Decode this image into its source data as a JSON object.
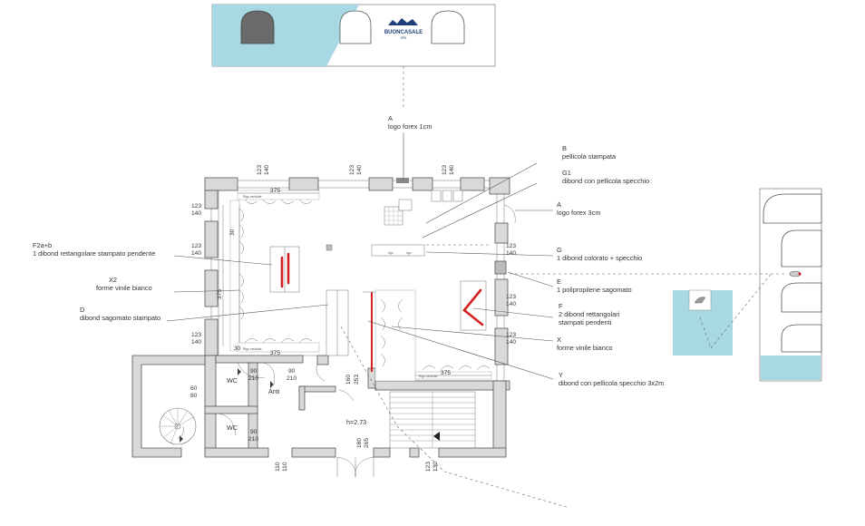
{
  "labels": {
    "A1_code": "A",
    "A1_desc": "logo forex 1cm",
    "B_code": "B",
    "B_desc": "pellicola stampata",
    "G1_code": "G1",
    "G1_desc": "dibond con pellicola specchio",
    "A2_code": "A",
    "A2_desc": "logo forex 3cm",
    "F2ab_code": "F2a+b",
    "F2ab_desc": "1 dibond rettangolare stampato pendente",
    "G_code": "G",
    "G_desc": "1 dibond colorato + specchio",
    "X2_code": "X2",
    "X2_desc": "forme vinile bianco",
    "E_code": "E",
    "E_desc": "1 polipropilene sagomato",
    "D_code": "D",
    "D_desc": "dibond sagomato stampato",
    "F_code": "F",
    "F_desc1": "2 dibond rettangolari",
    "F_desc2": "stampati pendenti",
    "X_code": "X",
    "X_desc": "forme vinile bianco",
    "Y_code": "Y",
    "Y_desc": "dibond con pellicola specchio 3x2m"
  },
  "dimensions": {
    "top": [
      {
        "w": "123",
        "h": "140"
      },
      {
        "w": "123",
        "h": "140"
      },
      {
        "w": "123",
        "h": "140"
      }
    ],
    "left": [
      {
        "w": "123",
        "h": "140"
      },
      {
        "w": "123",
        "h": "140"
      },
      {
        "w": "123",
        "h": "140"
      }
    ],
    "right": [
      {
        "w": "123",
        "h": "140"
      },
      {
        "w": "123",
        "h": "140"
      },
      {
        "w": "123",
        "h": "140"
      }
    ],
    "span_top_left": "375",
    "span_bottom_left": "375",
    "span_bottom_right": "375",
    "span_left_vert": "375",
    "small_30a": "30",
    "small_30b": "30",
    "wc1_door_w": "90",
    "wc1_door_h": "210",
    "anti_door_w": "90",
    "anti_door_h": "210",
    "wc2_door_w": "90",
    "wc2_door_h": "210",
    "door_160": "160",
    "door_253": "253",
    "stair_w": "60",
    "stair_h": "80",
    "bottom_left_w": "110",
    "bottom_left_h": "110",
    "main_door_w": "180",
    "main_door_h": "265",
    "bottom_right_w": "123",
    "bottom_right_h": "130"
  },
  "rooms": {
    "wc1": "WC",
    "wc2": "WC",
    "anti": "Anti",
    "height": "h=2.73"
  },
  "logo": {
    "brand": "BUONCASALE",
    "tag": "SPA"
  },
  "small_text": {
    "rigo_verticale": "Rigo verticale",
    "rigo": "rigo"
  },
  "colors": {
    "wall": "#d9d9d9",
    "accent_red": "#d42020",
    "water_blue": "#a7d8e4",
    "logo_blue": "#1f3f7a"
  }
}
